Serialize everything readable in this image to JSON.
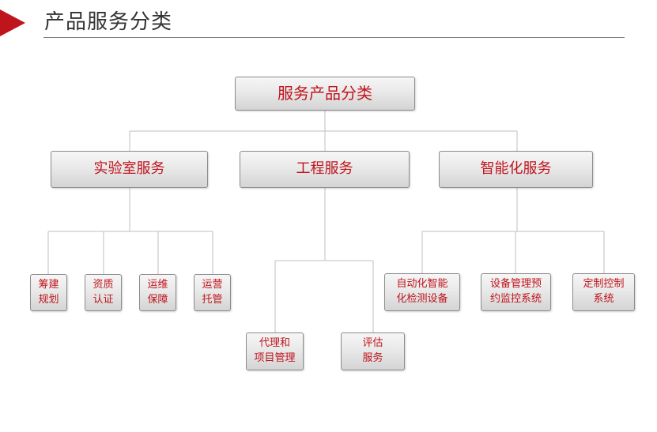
{
  "header": {
    "title": "产品服务分类",
    "accent_color": "#c0141c"
  },
  "diagram": {
    "root": "服务产品分类",
    "categories": [
      {
        "label": "实验室服务",
        "items": [
          {
            "line1": "筹建",
            "line2": "规划"
          },
          {
            "line1": "资质",
            "line2": "认证"
          },
          {
            "line1": "运维",
            "line2": "保障"
          },
          {
            "line1": "运营",
            "line2": "托管"
          }
        ]
      },
      {
        "label": "工程服务",
        "items": [
          {
            "line1": "代理和",
            "line2": "项目管理"
          },
          {
            "line1": "评估",
            "line2": "服务"
          }
        ]
      },
      {
        "label": "智能化服务",
        "items": [
          {
            "line1": "自动化智能",
            "line2": "化检测设备"
          },
          {
            "line1": "设备管理预",
            "line2": "约监控系统"
          },
          {
            "line1": "定制控制",
            "line2": "系统"
          }
        ]
      }
    ],
    "text_color": "#c0141c",
    "line_color": "#bfbfbf"
  }
}
